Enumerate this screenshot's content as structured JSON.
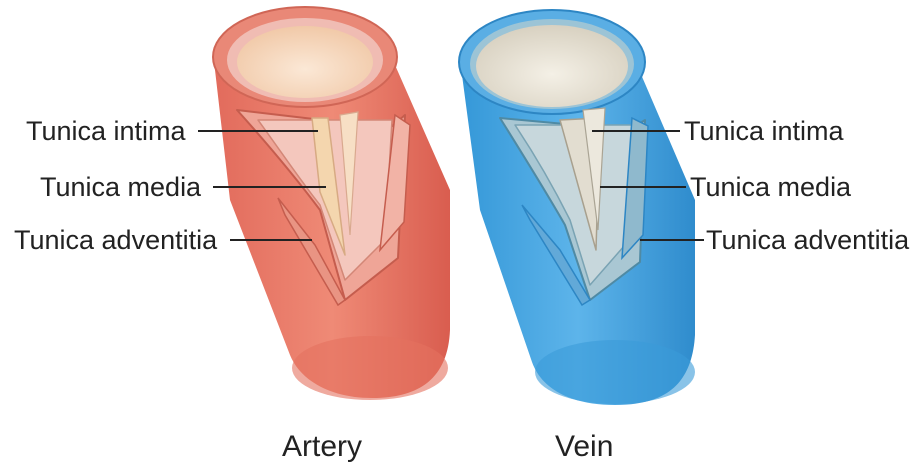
{
  "artery": {
    "caption": "Artery",
    "labels": {
      "intima": "Tunica intima",
      "media": "Tunica media",
      "adventitia": "Tunica adventitia"
    },
    "colors": {
      "adventitia": "#ea8573",
      "media": "#eebcb4",
      "intima": "#f3d0a8",
      "lumen": "#f8dcc4"
    }
  },
  "vein": {
    "caption": "Vein",
    "labels": {
      "intima": "Tunica intima",
      "media": "Tunica media",
      "adventitia": "Tunica adventitia"
    },
    "colors": {
      "adventitia": "#4aa8e2",
      "media": "#aac6cf",
      "intima": "#dcd6c8",
      "lumen": "#ece6da"
    }
  }
}
